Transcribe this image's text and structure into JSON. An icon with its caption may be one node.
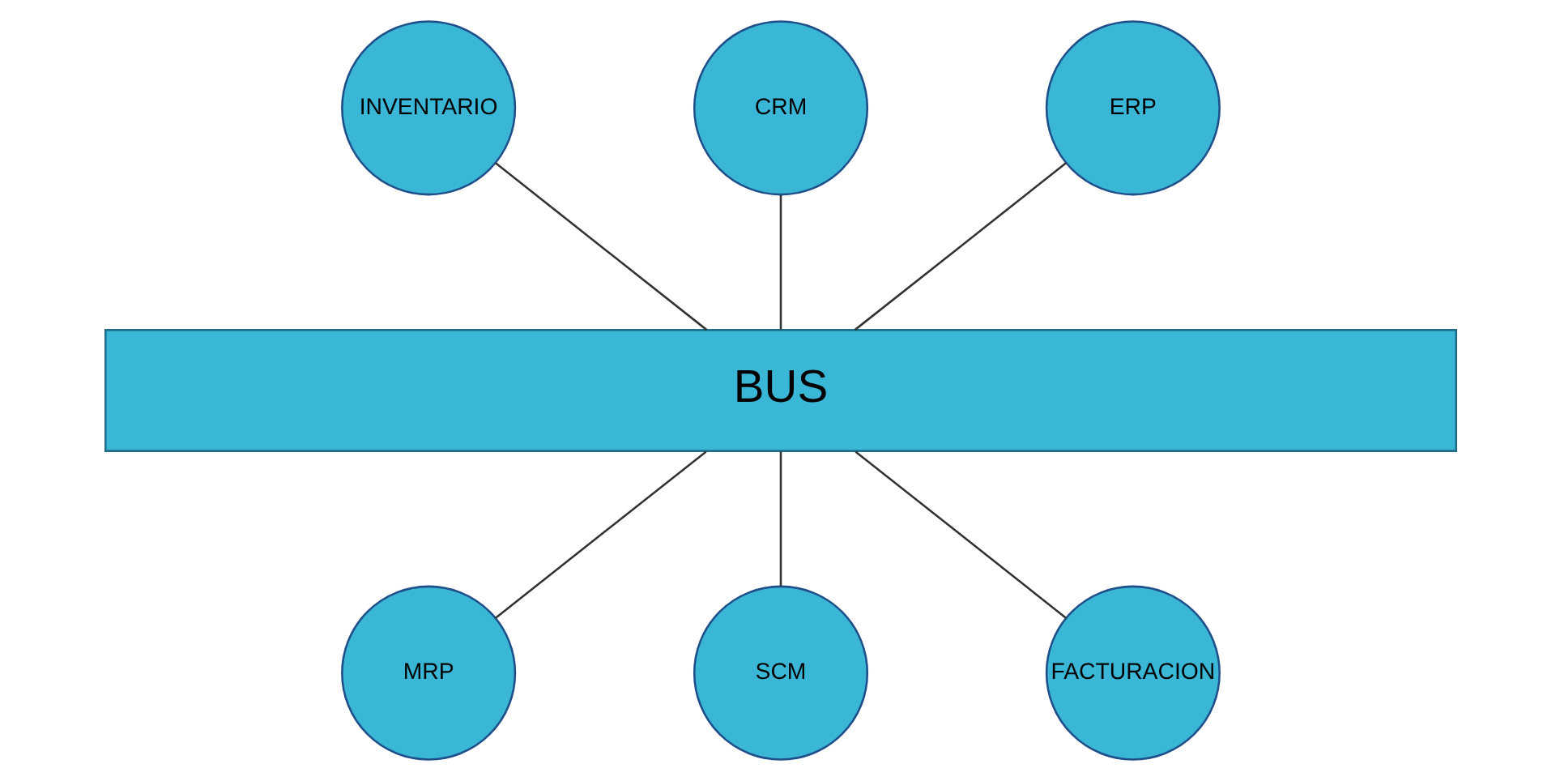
{
  "diagram": {
    "nodes": [
      {
        "text": [
          "INVENTARIO"
        ]
      },
      {
        "text": [
          "CRM"
        ]
      },
      {
        "text": [
          "ERP"
        ]
      },
      {
        "text": [
          "BUS"
        ]
      },
      {
        "text": [
          "MRP"
        ]
      },
      {
        "text": [
          "SCM"
        ]
      },
      {
        "text": [
          "FACTURACION"
        ]
      }
    ],
    "edges": [
      {
        "from": 0,
        "to": 3,
        "arrow": "none"
      },
      {
        "from": 1,
        "to": 3,
        "arrow": "none"
      },
      {
        "from": 2,
        "to": 3,
        "arrow": "none"
      },
      {
        "from": 3,
        "to": 4,
        "arrow": "none"
      },
      {
        "from": 3,
        "to": 5,
        "arrow": "none"
      },
      {
        "from": 3,
        "to": 6,
        "arrow": "none"
      }
    ]
  }
}
